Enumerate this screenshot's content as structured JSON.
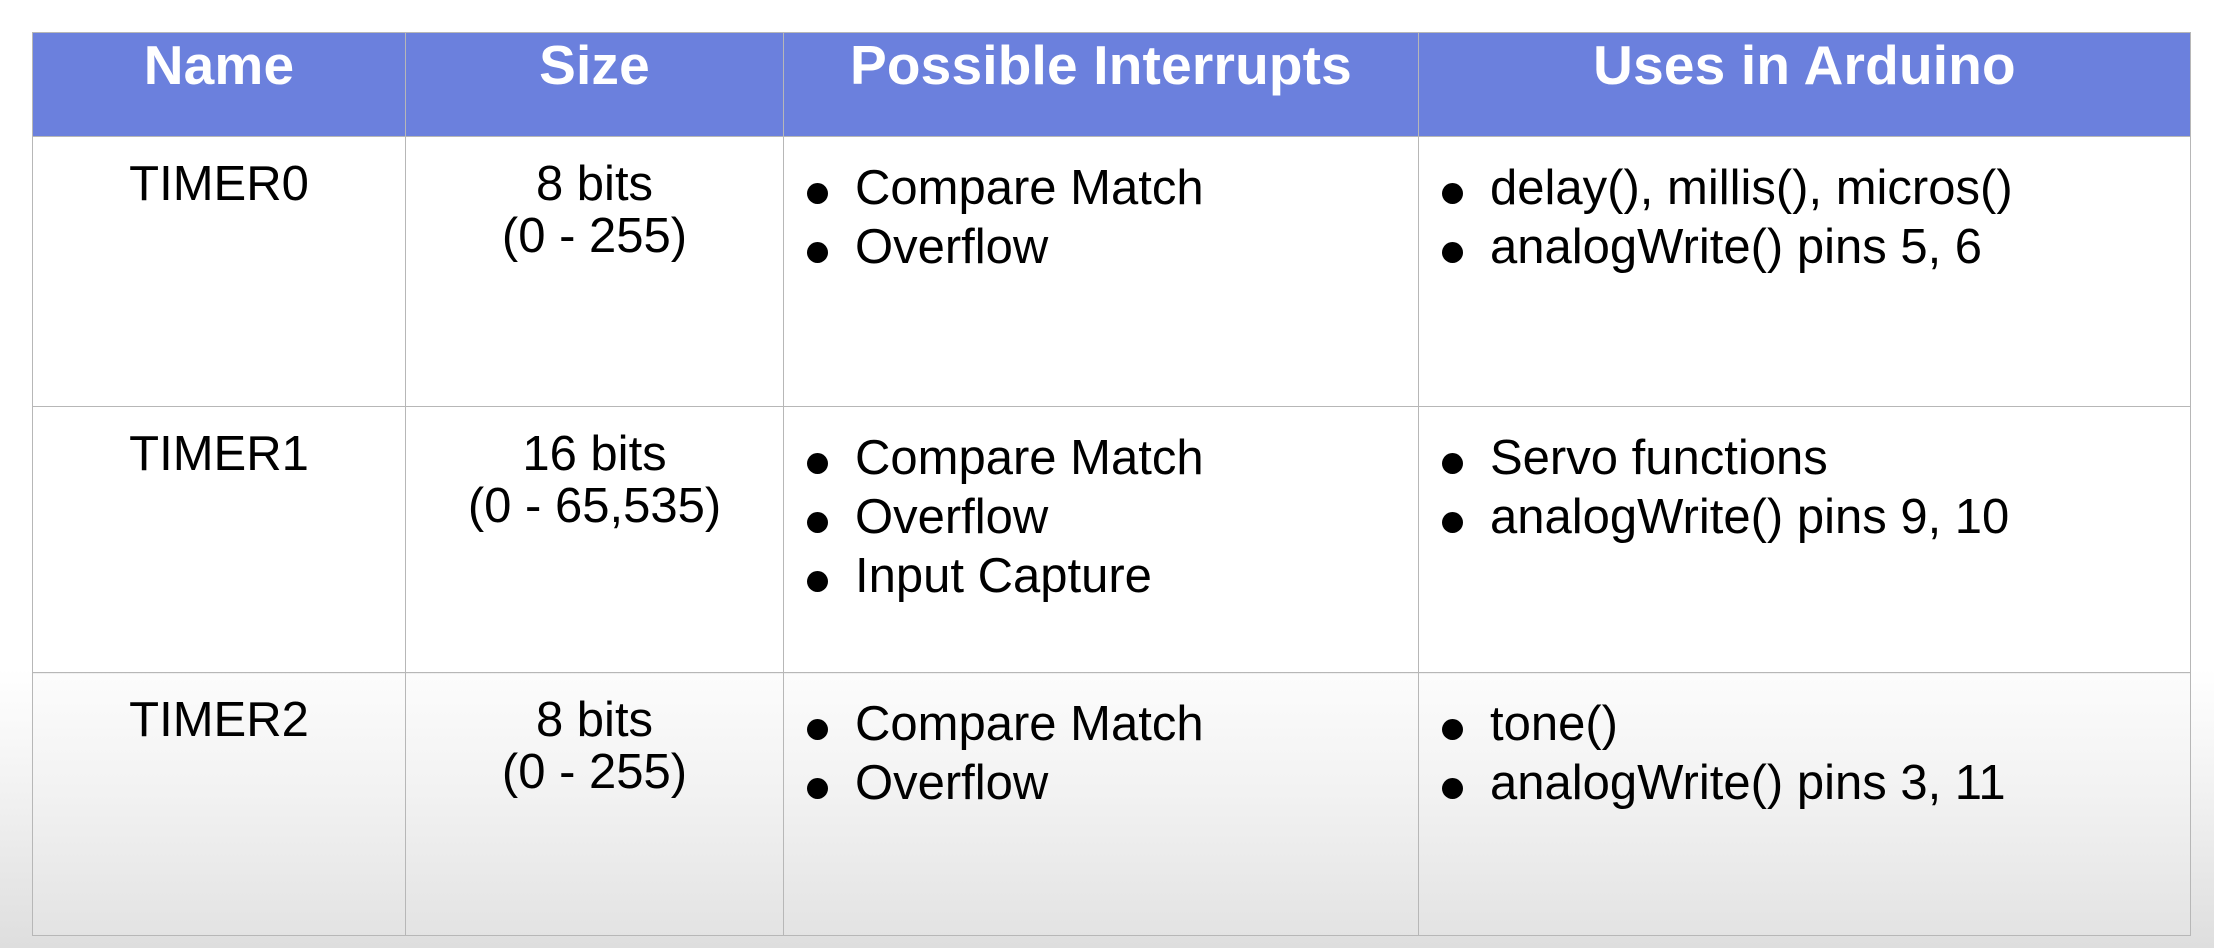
{
  "slide": {
    "background_color": "#ffffff",
    "lower_background_color": "#dedede"
  },
  "table": {
    "header_bg": "#6b80dd",
    "header_text_color": "#ffffff",
    "border_color": "#b7b7b7",
    "columns": [
      {
        "key": "name",
        "label": "Name"
      },
      {
        "key": "size",
        "label": "Size"
      },
      {
        "key": "interrupts",
        "label": "Possible Interrupts"
      },
      {
        "key": "uses",
        "label": "Uses in Arduino"
      }
    ],
    "rows": [
      {
        "name": "TIMER0",
        "size": "8 bits\n(0 - 255)",
        "interrupts": [
          "Compare Match",
          "Overflow"
        ],
        "uses": [
          "delay(), millis(), micros()",
          "analogWrite() pins 5, 6"
        ]
      },
      {
        "name": "TIMER1",
        "size": "16 bits\n(0 - 65,535)",
        "interrupts": [
          "Compare Match",
          "Overflow",
          "Input Capture"
        ],
        "uses": [
          "Servo functions",
          "analogWrite() pins 9, 10"
        ]
      },
      {
        "name": "TIMER2",
        "size": "8 bits\n(0 - 255)",
        "interrupts": [
          "Compare Match",
          "Overflow"
        ],
        "uses": [
          "tone()",
          "analogWrite() pins 3, 11"
        ]
      }
    ]
  }
}
